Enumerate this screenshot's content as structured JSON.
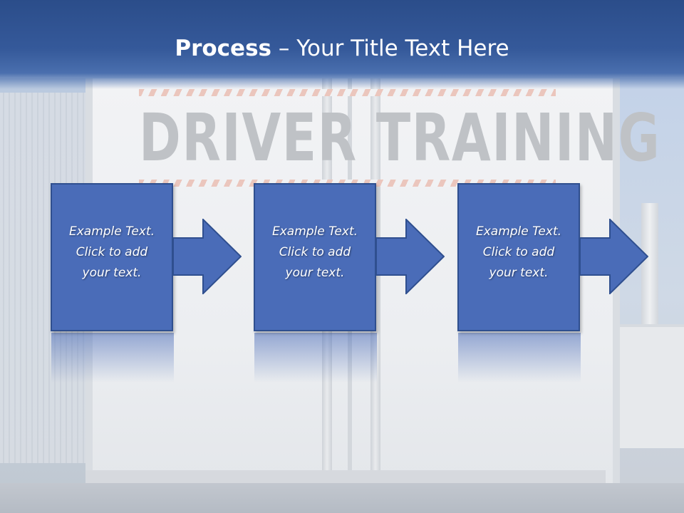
{
  "title": {
    "bold": "Process",
    "rest": " – Your Title Text Here"
  },
  "background": {
    "sign_text": "DRIVER TRAINING"
  },
  "steps": [
    {
      "lines": [
        "Example Text.",
        "Click  to add",
        "your text."
      ]
    },
    {
      "lines": [
        "Example Text.",
        "Click  to add",
        "your text."
      ]
    },
    {
      "lines": [
        "Example Text.",
        "Click  to add",
        "your text."
      ]
    }
  ],
  "colors": {
    "title_bar": "#35599a",
    "step_fill": "#4a6cb8",
    "step_border": "#2f4f8f",
    "text": "#ffffff"
  }
}
